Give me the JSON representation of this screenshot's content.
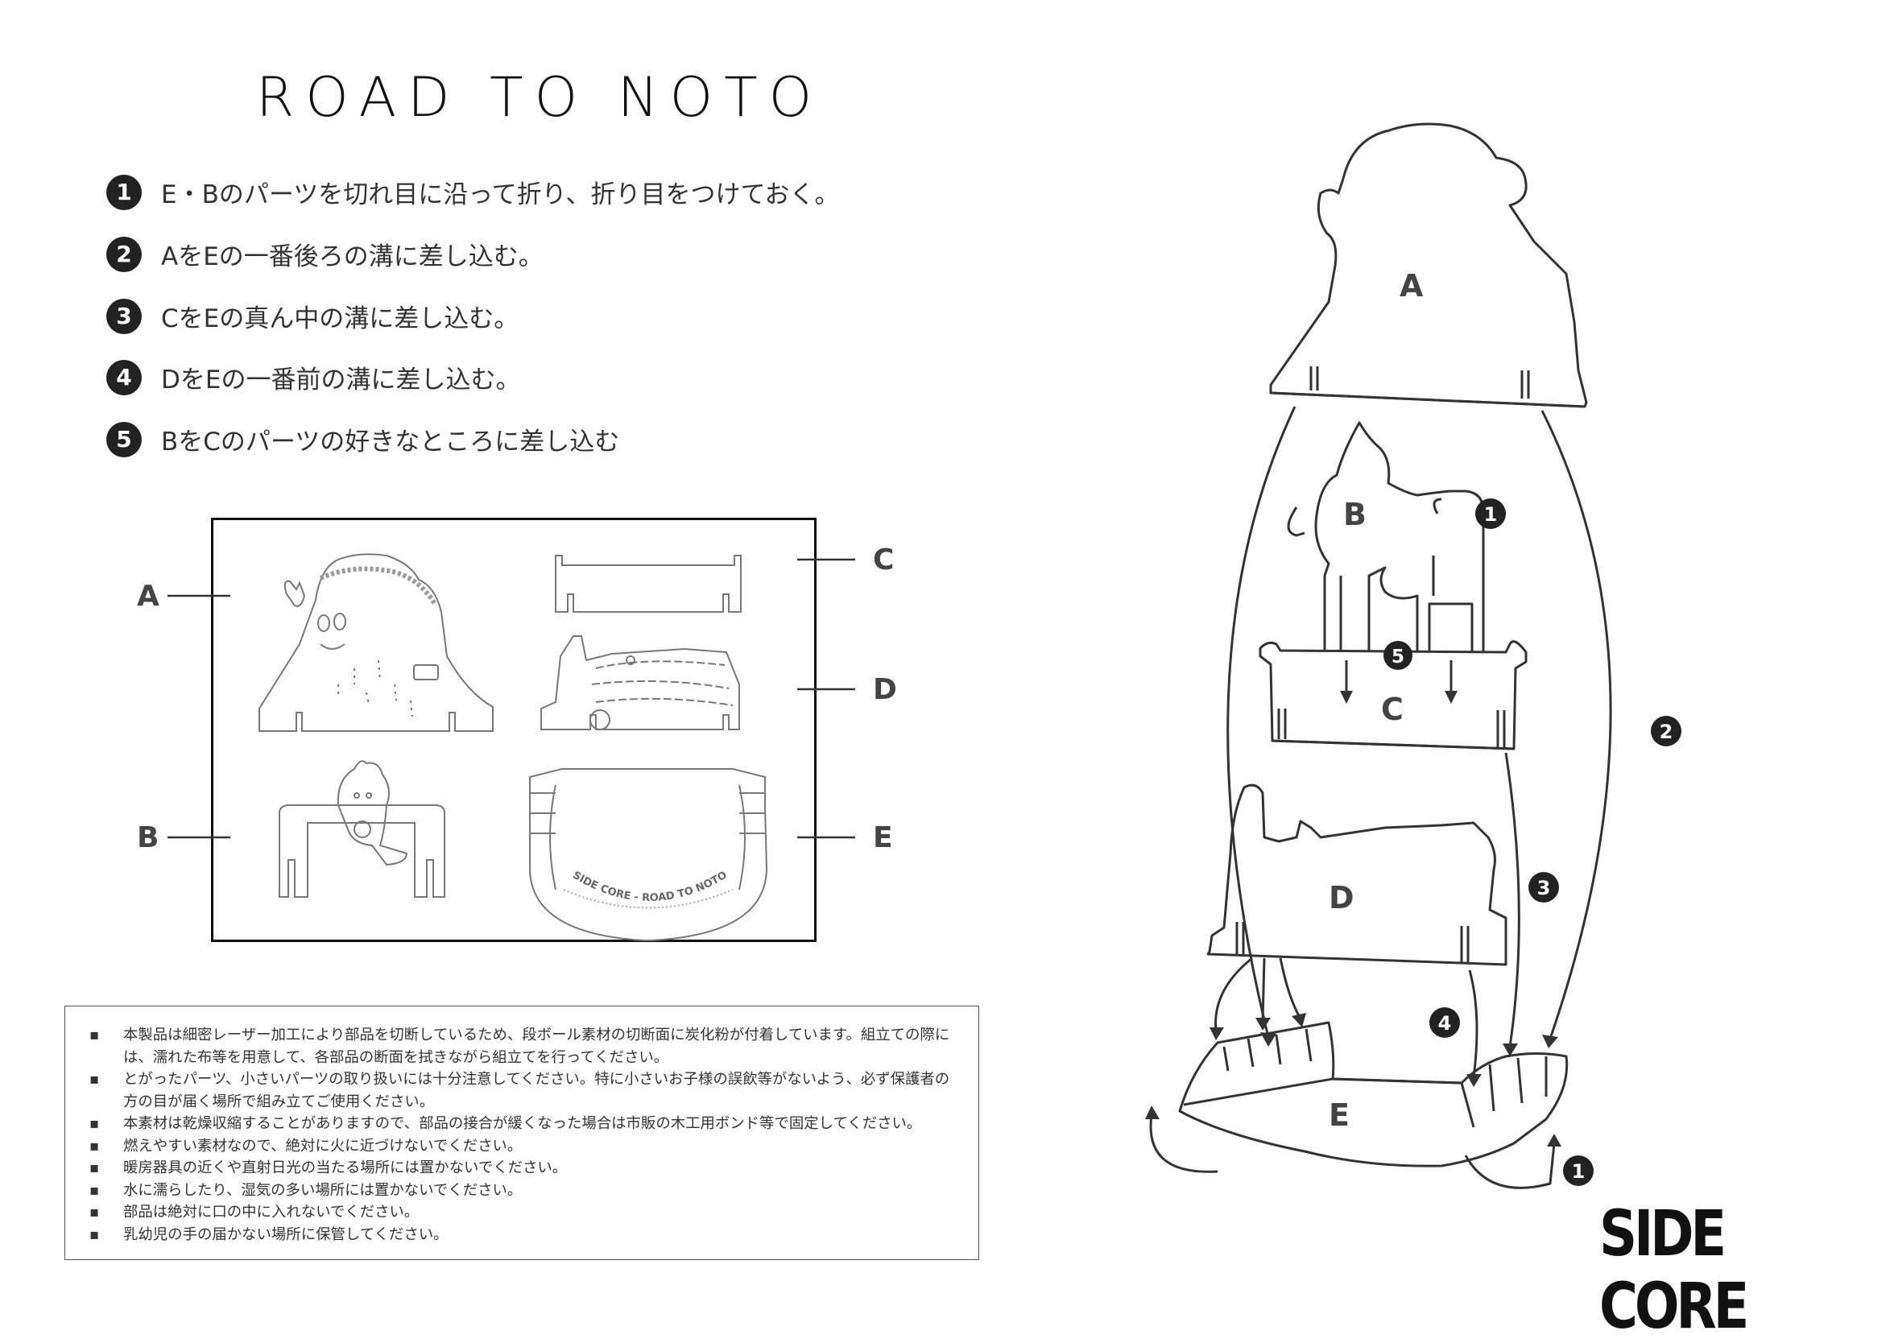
{
  "header": {
    "title": "ROAD TO NOTO"
  },
  "steps": [
    {
      "number": "1",
      "text": "E・Bのパーツを切れ目に沿って折り、折り目をつけておく。"
    },
    {
      "number": "2",
      "text": "AをEの一番後ろの溝に差し込む。"
    },
    {
      "number": "3",
      "text": "CをEの真ん中の溝に差し込む。"
    },
    {
      "number": "4",
      "text": "DをEの一番前の溝に差し込む。"
    },
    {
      "number": "5",
      "text": "BをCのパーツの好きなところに差し込む"
    }
  ],
  "parts_sheet": {
    "labels": {
      "a": "A",
      "b": "B",
      "c": "C",
      "d": "D",
      "e": "E"
    },
    "base_imprint": "SIDE CORE - ROAD TO NOTO"
  },
  "assembly": {
    "part_labels": {
      "a": "A",
      "b": "B",
      "c": "C",
      "d": "D",
      "e": "E"
    },
    "markers": [
      "1",
      "5",
      "2",
      "3",
      "4",
      "1"
    ]
  },
  "notice": {
    "items": [
      "本製品は細密レーザー加工により部品を切断しているため、段ボール素材の切断面に炭化粉が付着しています。組立ての際には、濡れた布等を用意して、各部品の断面を拭きながら組立てを行ってください。",
      "とがったパーツ、小さいパーツの取り扱いには十分注意してください。特に小さいお子様の誤飲等がないよう、必ず保護者の方の目が届く場所で組み立てご使用ください。",
      "本素材は乾燥収縮することがありますので、部品の接合が緩くなった場合は市販の木工用ボンド等で固定してください。",
      "燃えやすい素材なので、絶対に火に近づけないでください。",
      "暖房器具の近くや直射日光の当たる場所には置かないでください。",
      "水に濡らしたり、湿気の多い場所には置かないでください。",
      "部品は絶対に口の中に入れないでください。",
      "乳幼児の手の届かない場所に保管してください。"
    ]
  },
  "brand": {
    "logo": "SIDE CORE"
  }
}
